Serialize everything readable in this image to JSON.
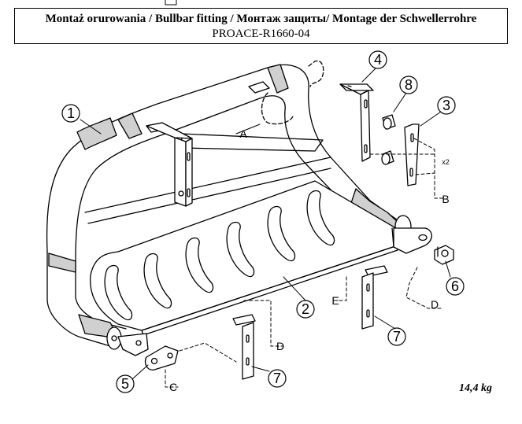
{
  "header": {
    "title": "Montaż orurowania / Bullbar fitting / Монтаж защиты/ Montage der Schwellerrohre",
    "model": "PROACE-R1660-04"
  },
  "weight": "14,4 kg",
  "callouts": {
    "c1": "1",
    "c2": "2",
    "c3": "3",
    "c4": "4",
    "c5": "5",
    "c6": "6",
    "c7a": "7",
    "c7b": "7",
    "c8": "8"
  },
  "refs": {
    "A": "A",
    "B": "B",
    "C": "C",
    "D1": "D",
    "D2": "D",
    "E": "E"
  },
  "quantity_note": "x2"
}
